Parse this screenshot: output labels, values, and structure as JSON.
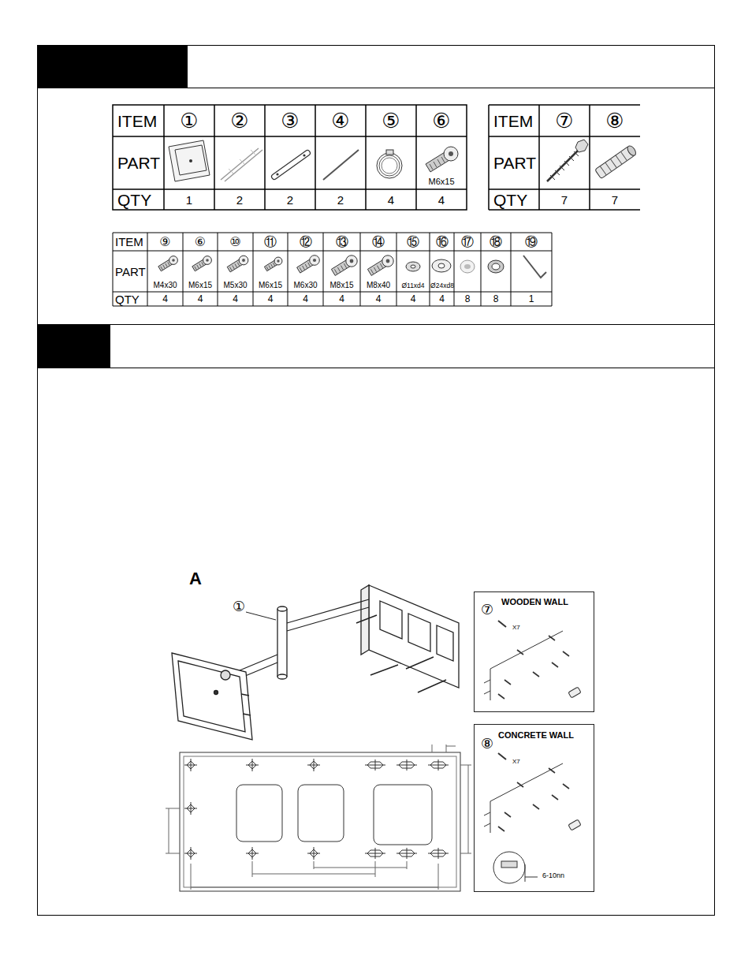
{
  "diagram": {
    "nodes": [
      {
        "text": [
          "⑦",
          "WOODEN WALL",
          "X7"
        ]
      },
      {
        "text": [
          "⑧",
          "CONCRETE WALL",
          "X7",
          "6-10nn"
        ]
      }
    ],
    "labels": [
      "ITEM",
      "①",
      "②",
      "③",
      "④",
      "⑤",
      "⑥",
      "PART",
      "M6x15",
      "QTY",
      "1",
      "2",
      "2",
      "2",
      "4",
      "4",
      "ITEM",
      "⑦",
      "⑧",
      "PART",
      "QTY",
      "7",
      "7",
      "ITEM",
      "⑨",
      "⑥",
      "⑩",
      "⑪",
      "⑫",
      "⑬",
      "⑭",
      "⑮",
      "⑯",
      "⑰",
      "⑱",
      "⑲",
      "PART",
      "M4x30",
      "M6x15",
      "M5x30",
      "M6x15",
      "M6x30",
      "M8x15",
      "M8x40",
      "Ø11xd4",
      "Ø24xd8",
      "QTY",
      "4",
      "4",
      "4",
      "4",
      "4",
      "4",
      "4",
      "4",
      "4",
      "8",
      "8",
      "1",
      "A",
      "①"
    ]
  }
}
